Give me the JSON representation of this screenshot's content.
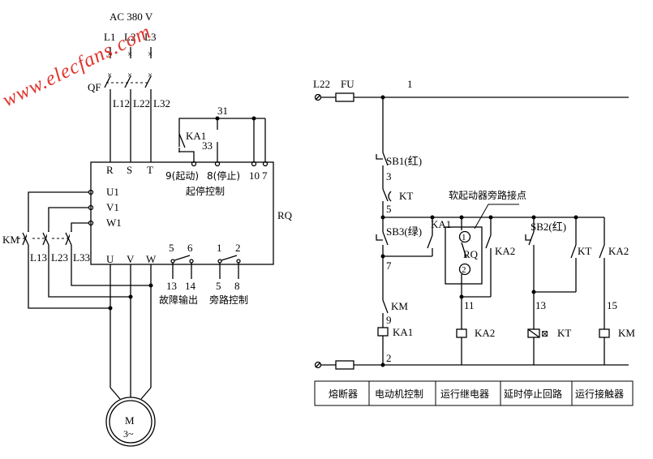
{
  "watermark": "www.elecfans.com",
  "power": {
    "supply": "AC 380 V",
    "phases": [
      "L1",
      "L2",
      "L3"
    ],
    "breaker": "QF",
    "line_out": [
      "L12",
      "L22",
      "L32"
    ]
  },
  "starter": {
    "name": "RQ",
    "inputs": [
      "R",
      "S",
      "T"
    ],
    "outputs": [
      "U",
      "V",
      "W"
    ],
    "sense": [
      "U1",
      "V1",
      "W1"
    ],
    "control_terms": [
      "9(起动)",
      "8(停止)",
      "10",
      "7"
    ],
    "control_title": "起停控制",
    "fault_terms": [
      "5",
      "6",
      "13",
      "14"
    ],
    "fault_title": "故障输出",
    "bypass_terms": [
      "1",
      "2",
      "5",
      "8"
    ],
    "bypass_title": "旁路控制",
    "ka1_node": "33",
    "top_node": "31",
    "ka1_contact": "KA1"
  },
  "contactor": {
    "name": "KM",
    "contacts": [
      "L13",
      "L23",
      "L33"
    ]
  },
  "motor": {
    "label": "M",
    "sub": "3~"
  },
  "control": {
    "supply": "L22",
    "fuse": "FU",
    "nodes": [
      "1",
      "3",
      "5",
      "7",
      "9",
      "11",
      "13",
      "15",
      "2"
    ],
    "sb1": "SB1(红)",
    "kt_contact": "KT",
    "sb3": "SB3(绿)",
    "ka1": "KA1",
    "bypass_note": "软起动器旁路接点",
    "rq_label": "RQ",
    "rq_pins": [
      "1",
      "2"
    ],
    "ka2_a": "KA2",
    "sb2": "SB2(红)",
    "kt_b": "KT",
    "ka2_b": "KA2",
    "km_contact": "KM",
    "coils": [
      "KA1",
      "KA2",
      "KT",
      "KM"
    ]
  },
  "legend": [
    "熔断器",
    "电动机控制",
    "运行继电器",
    "延时停止回路",
    "运行接触器"
  ]
}
